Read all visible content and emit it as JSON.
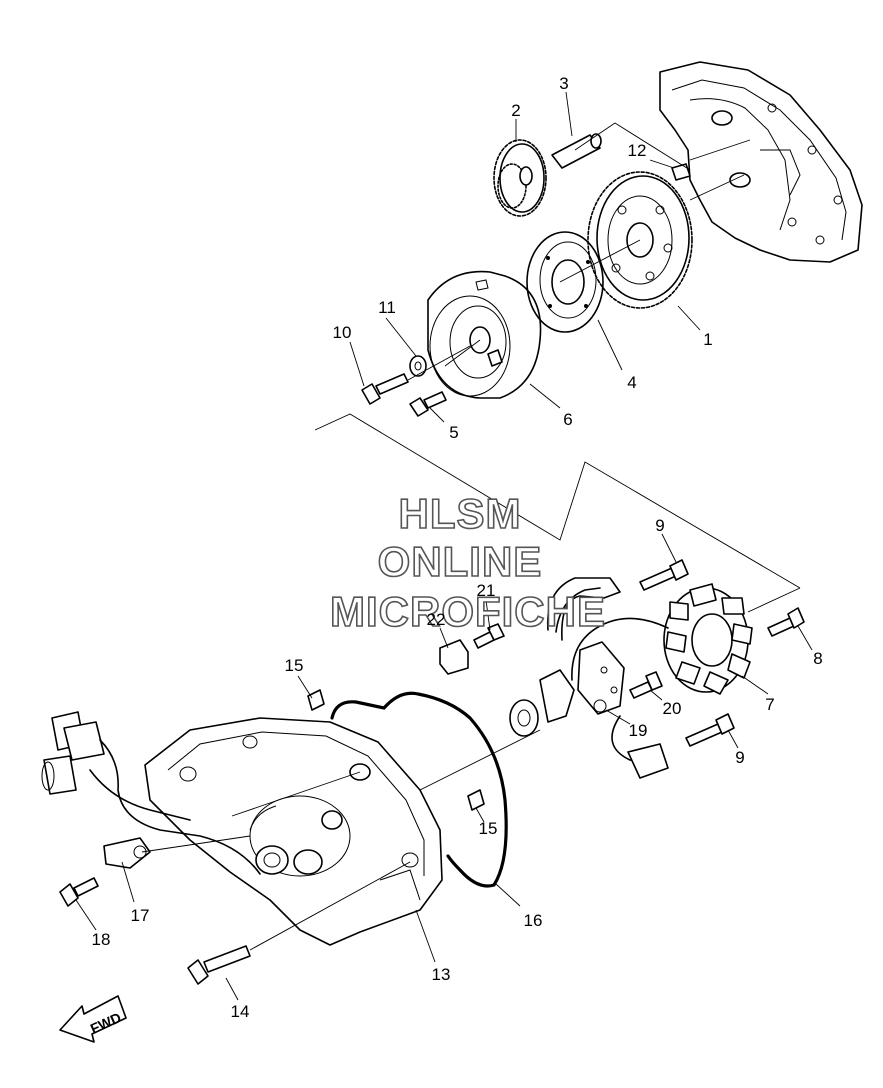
{
  "watermark": {
    "line1": "HLSM",
    "line2": "ONLINE",
    "line3": "MICROFICHE"
  },
  "direction_arrow": {
    "label": "FWD"
  },
  "callouts": [
    {
      "id": "c1",
      "text": "1"
    },
    {
      "id": "c2",
      "text": "2"
    },
    {
      "id": "c3",
      "text": "3"
    },
    {
      "id": "c4",
      "text": "4"
    },
    {
      "id": "c5",
      "text": "5"
    },
    {
      "id": "c6",
      "text": "6"
    },
    {
      "id": "c7",
      "text": "7"
    },
    {
      "id": "c8",
      "text": "8"
    },
    {
      "id": "c9a",
      "text": "9"
    },
    {
      "id": "c9b",
      "text": "9"
    },
    {
      "id": "c10",
      "text": "10"
    },
    {
      "id": "c11",
      "text": "11"
    },
    {
      "id": "c12",
      "text": "12"
    },
    {
      "id": "c13",
      "text": "13"
    },
    {
      "id": "c14",
      "text": "14"
    },
    {
      "id": "c15a",
      "text": "15"
    },
    {
      "id": "c15b",
      "text": "15"
    },
    {
      "id": "c16",
      "text": "16"
    },
    {
      "id": "c17",
      "text": "17"
    },
    {
      "id": "c18",
      "text": "18"
    },
    {
      "id": "c19",
      "text": "19"
    },
    {
      "id": "c20",
      "text": "20"
    },
    {
      "id": "c21",
      "text": "21"
    },
    {
      "id": "c22",
      "text": "22"
    }
  ]
}
